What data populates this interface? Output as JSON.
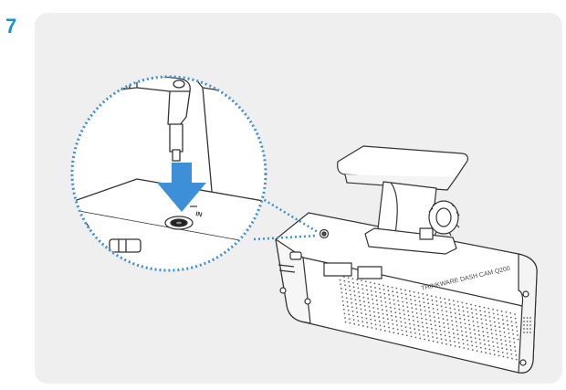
{
  "step": {
    "number": "7"
  },
  "device": {
    "brand_text": "THINKWARE DASH CAM Q200"
  },
  "port": {
    "label": "IN"
  },
  "colors": {
    "accent": "#1a8fd6",
    "arrow": "#3d8fd8",
    "panel": "#efefef",
    "outline": "#333333"
  }
}
